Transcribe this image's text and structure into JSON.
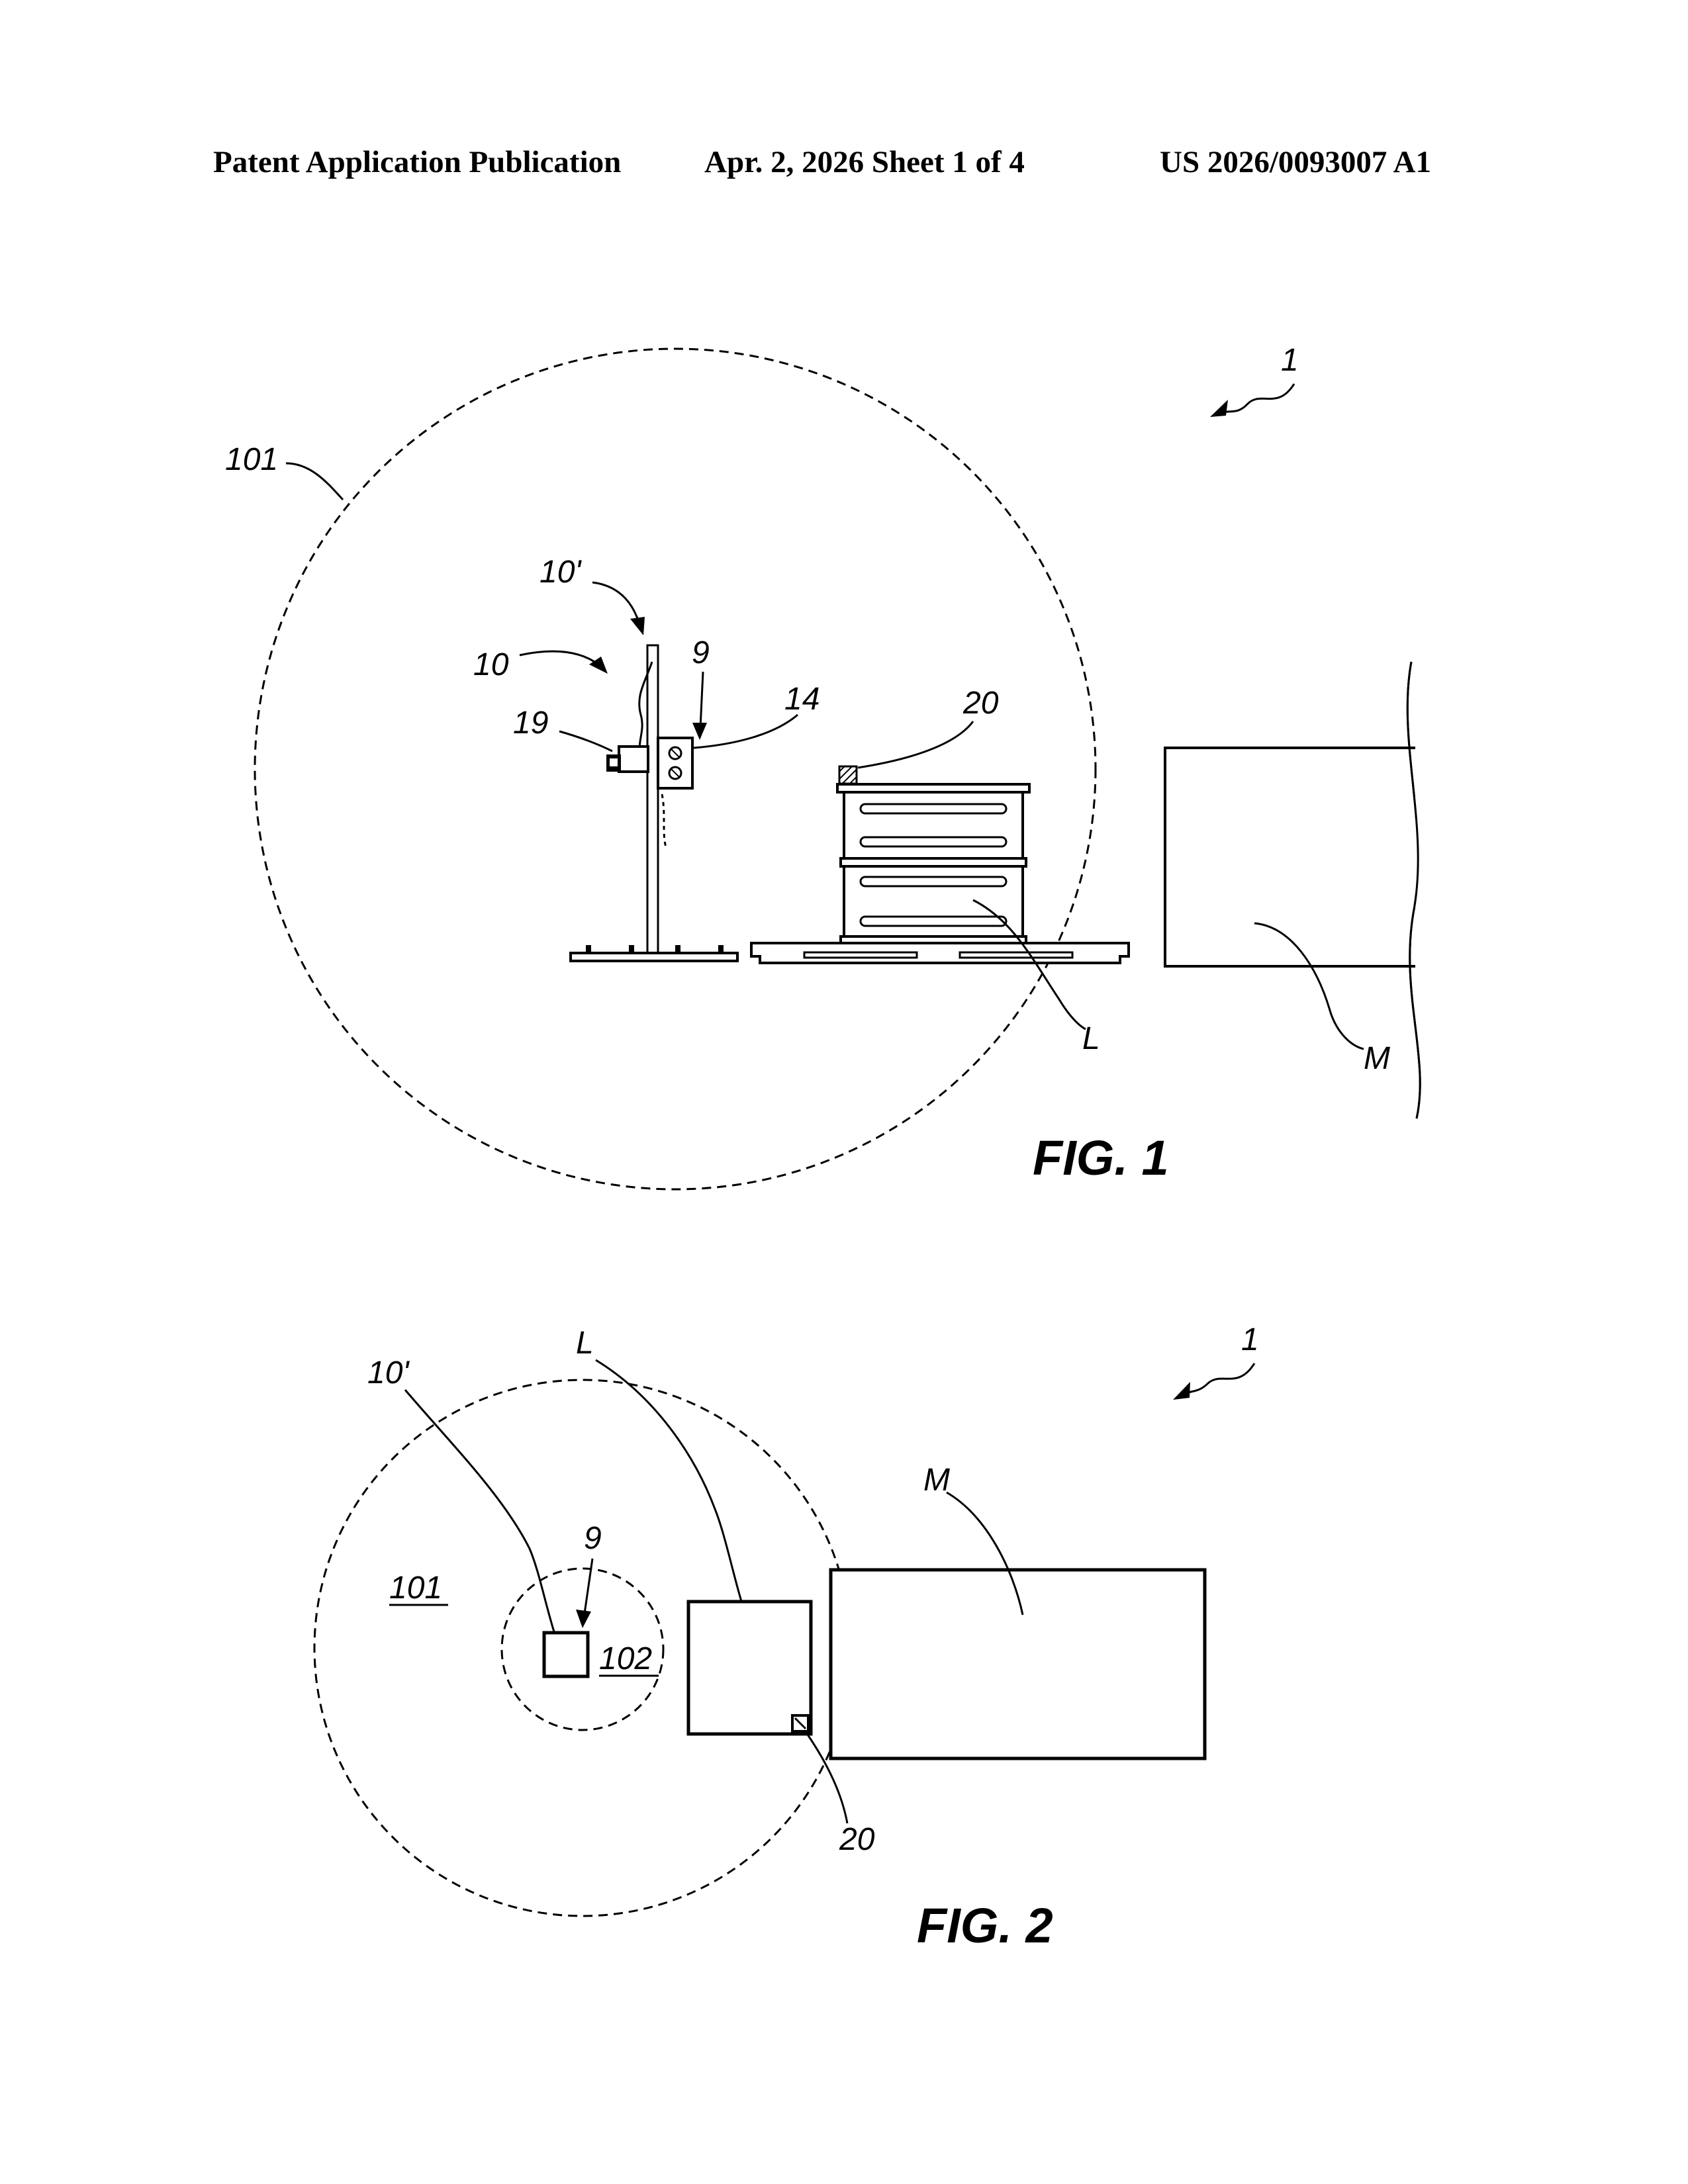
{
  "header": {
    "publication": "Patent Application Publication",
    "date_sheet": "Apr. 2, 2026   Sheet 1 of 4",
    "number": "US 2026/0093007 A1"
  },
  "fig1": {
    "caption": "FIG. 1",
    "labels": {
      "system": "1",
      "zone": "101",
      "station_prime": "10'",
      "station": "10",
      "sensor": "9",
      "unit14": "14",
      "unit19": "19",
      "tag": "20",
      "load": "L",
      "machine": "M"
    }
  },
  "fig2": {
    "caption": "FIG. 2",
    "labels": {
      "system": "1",
      "station_prime": "10'",
      "load": "L",
      "machine": "M",
      "sensor": "9",
      "zone": "101",
      "inner_zone": "102",
      "tag": "20"
    }
  }
}
